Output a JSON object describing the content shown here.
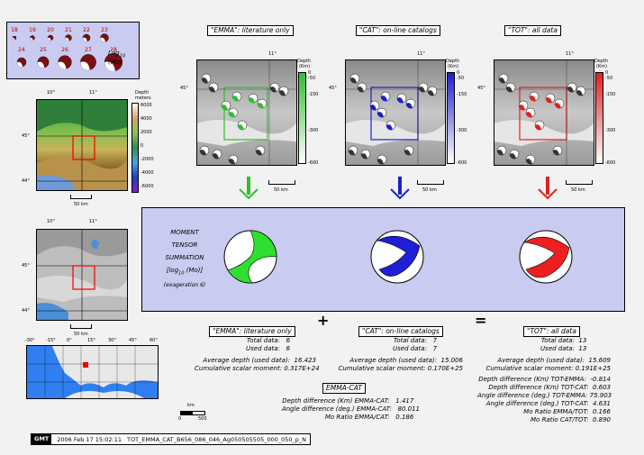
{
  "legend": {
    "magnitudes_row1": [
      "18",
      "19",
      "20",
      "21",
      "22",
      "23"
    ],
    "magnitudes_row2": [
      "24",
      "25",
      "26",
      "27",
      "28"
    ],
    "label_log": "Log",
    "label_sub": "10",
    "label_mo": "(Mo)"
  },
  "panels": [
    {
      "title": "\"EMMA\": literature only",
      "color": "#2fbf2f",
      "lon": "11°",
      "lat": "45°",
      "scale": "50 km"
    },
    {
      "title": "\"CAT\": on-line catalogs",
      "color": "#1f1fc8",
      "lon": "11°",
      "lat": "45°",
      "scale": "50 km"
    },
    {
      "title": "\"TOT\": all data",
      "color": "#e02020",
      "lon": "11°",
      "lat": "45°",
      "scale": "50 km"
    }
  ],
  "depth_bar": {
    "title": "Depth",
    "unit": "(Km)",
    "ticks": [
      "0",
      "-50",
      "-150",
      "-300",
      "-600"
    ]
  },
  "topo_bar": {
    "title": "Depth",
    "unit": "meters",
    "ticks": [
      "6000",
      "4000",
      "2000",
      "0",
      "-2000",
      "-4000",
      "-6000"
    ]
  },
  "topo_map": {
    "lon_ticks": [
      "10°",
      "11°"
    ],
    "lat_ticks": [
      "45°",
      "44°"
    ],
    "scale": "50 km"
  },
  "relief_map": {
    "lon_ticks": [
      "10°",
      "11°"
    ],
    "lat_ticks": [
      "45°",
      "44°"
    ],
    "scale": "50 km"
  },
  "world_map": {
    "lon_ticks": [
      "-30°",
      "-15°",
      "0°",
      "15°",
      "30°",
      "45°",
      "60°"
    ],
    "scale_label": "km",
    "scale_ticks": [
      "0",
      "500"
    ]
  },
  "summation": {
    "line1": "MOMENT",
    "line2": "TENSOR",
    "line3": "SUMMATION",
    "line4": "[log",
    "line4_sub": "10",
    "line4_end": " (Mo)]",
    "line5": "(exageration 6)",
    "plus": "+",
    "equals": "="
  },
  "stats": {
    "emma": {
      "title": "\"EMMA\": literature only",
      "total_label": "Total data:",
      "total": "6",
      "used_label": "Used data:",
      "used": "6",
      "avgdepth_label": "Average depth (used data):",
      "avgdepth": "16.423",
      "moment_label": "Cumulative scalar moment:",
      "moment": "0.317E+24"
    },
    "cat": {
      "title": "\"CAT\": on-line catalogs",
      "total_label": "Total data:",
      "total": "7",
      "used_label": "Used data:",
      "used": "7",
      "avgdepth_label": "Average depth (used data):",
      "avgdepth": "15.006",
      "moment_label": "Cumulative scalar moment:",
      "moment": "0.170E+25"
    },
    "tot": {
      "title": "\"TOT\": all data",
      "total_label": "Total data:",
      "total": "13",
      "used_label": "Used data:",
      "used": "13",
      "avgdepth_label": "Average depth (used data):",
      "avgdepth": "15.609",
      "moment_label": "Cumulative scalar moment:",
      "moment": "0.191E+25",
      "d1_label": "Depth difference (Km) TOT-EMMA:",
      "d1": "-0.814",
      "d2_label": "Depth difference (Km) TOT-CAT:",
      "d2": "0.603",
      "a1_label": "Angle difference (deg.) TOT-EMMA:",
      "a1": "75.903",
      "a2_label": "Angle difference (deg.) TOT-CAT:",
      "a2": "4.631",
      "r1_label": "Mo Ratio EMMA/TOT:",
      "r1": "0.166",
      "r2_label": "Mo Ratio CAT/TOT:",
      "r2": "0.890"
    },
    "emmacat": {
      "title": "EMMA-CAT",
      "d_label": "Depth difference (Km) EMMA-CAT:",
      "d": "1.417",
      "a_label": "Angle difference (deg.) EMMA-CAT:",
      "a": "80.011",
      "r_label": "Mo Ratio EMMA/CAT:",
      "r": "0.186"
    }
  },
  "footer": {
    "logo": "GMT",
    "date": "2006 Feb 17 15:02:11",
    "file": "TOT_EMMA_CAT_B656_086_046_Ag050505505_000_050_p_N"
  }
}
